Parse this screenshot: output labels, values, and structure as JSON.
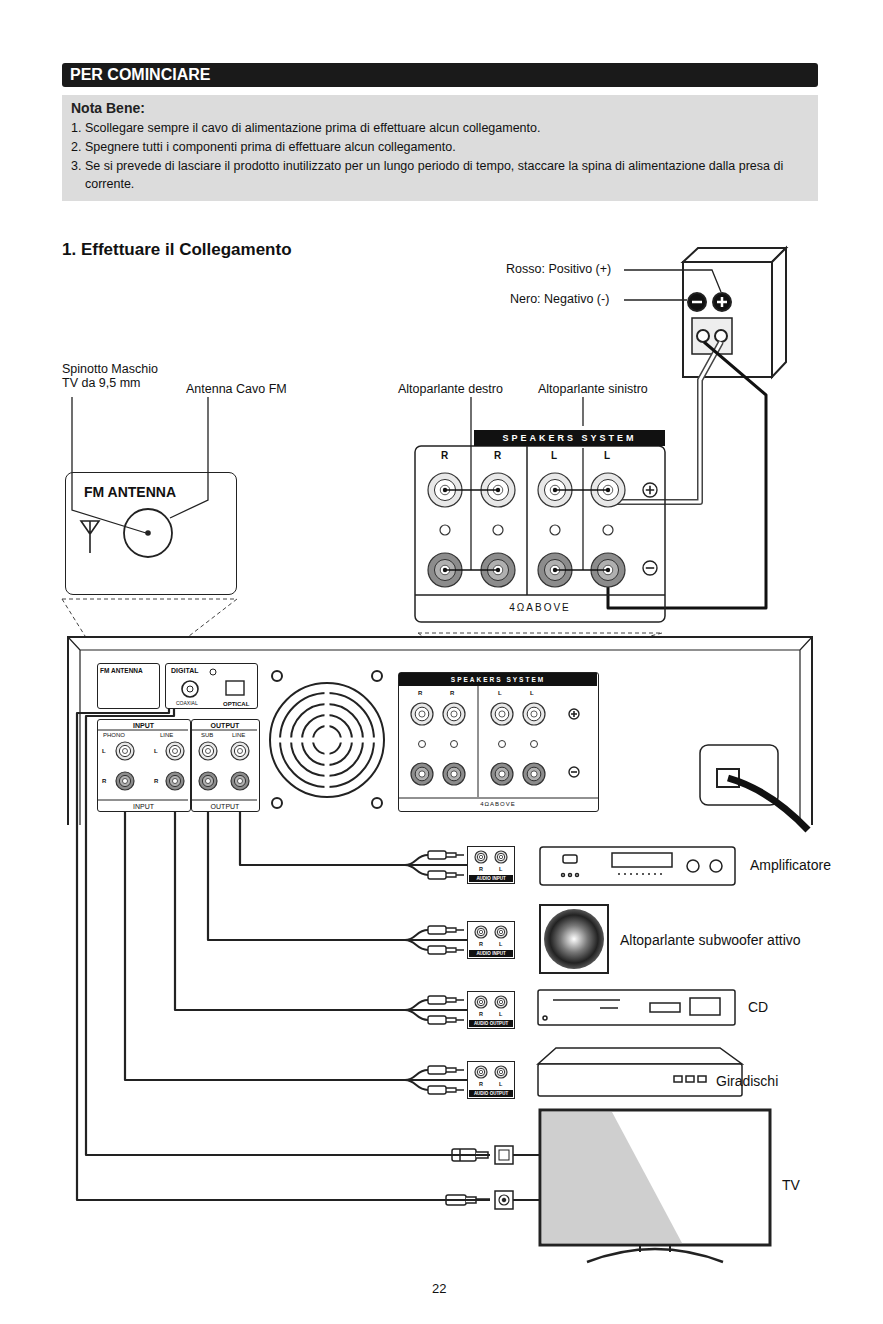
{
  "diagram": {
    "title": "PER COMINCIARE",
    "nodes": [
      {
        "text": [
          "Nota Bene:",
          "1. Scollegare sempre il cavo di alimentazione prima di effettuare alcun collegamento.",
          "2. Spegnere tutti i componenti prima di effettuare alcun collegamento.",
          "3. Se si prevede di lasciare il prodotto inutilizzato per un lungo periodo di tempo, staccare la spina di alimentazione dalla presa di corrente."
        ]
      },
      {
        "text": [
          "FM ANTENNA"
        ]
      },
      {
        "text": [
          "SPEAKERS SYSTEM",
          "R",
          "R",
          "L",
          "L",
          "4ΩABOVE"
        ]
      },
      {
        "text": [
          "FM ANTENNA"
        ]
      },
      {
        "text": [
          "DIGITAL",
          "COAXIAL",
          "OPTICAL"
        ]
      },
      {
        "text": [
          "INPUT",
          "PHONO",
          "LINE",
          "L",
          "L",
          "R",
          "R",
          "INPUT"
        ]
      },
      {
        "text": [
          "OUTPUT",
          "SUB",
          "LINE",
          "OUTPUT"
        ]
      },
      {
        "text": [
          "SPEAKERS SYSTEM",
          "R",
          "R",
          "L",
          "L",
          "4ΩABOVE"
        ]
      },
      {
        "text": [
          "R",
          "L",
          "AUDIO INPUT"
        ]
      },
      {
        "text": [
          "Amplificatore"
        ]
      },
      {
        "text": [
          "R",
          "L",
          "AUDIO INPUT"
        ]
      },
      {
        "text": [
          "Altoparlante subwoofer attivo"
        ]
      },
      {
        "text": [
          "R",
          "L",
          "AUDIO OUTPUT"
        ]
      },
      {
        "text": [
          "CD"
        ]
      },
      {
        "text": [
          "R",
          "L",
          "AUDIO OUTPUT"
        ]
      },
      {
        "text": [
          "Giradischi"
        ]
      },
      {
        "text": [
          "TV"
        ]
      }
    ],
    "edges": [
      {
        "from": 6,
        "to": 8,
        "arrow": "none"
      },
      {
        "from": 6,
        "to": 10,
        "arrow": "none"
      },
      {
        "from": 5,
        "to": 12,
        "arrow": "none"
      },
      {
        "from": 5,
        "to": 14,
        "arrow": "none"
      },
      {
        "from": 4,
        "to": 16,
        "arrow": "none"
      },
      {
        "from": 4,
        "to": 16,
        "arrow": "none"
      }
    ],
    "labels": [
      "1. Effettuare il Collegamento",
      "Spinotto Maschio TV da 9,5 mm",
      "Antenna Cavo FM",
      "Altoparlante destro",
      "Altoparlante sinistro",
      "Rosso: Positivo (+)",
      "Nero: Negativo (-)",
      "22"
    ]
  }
}
